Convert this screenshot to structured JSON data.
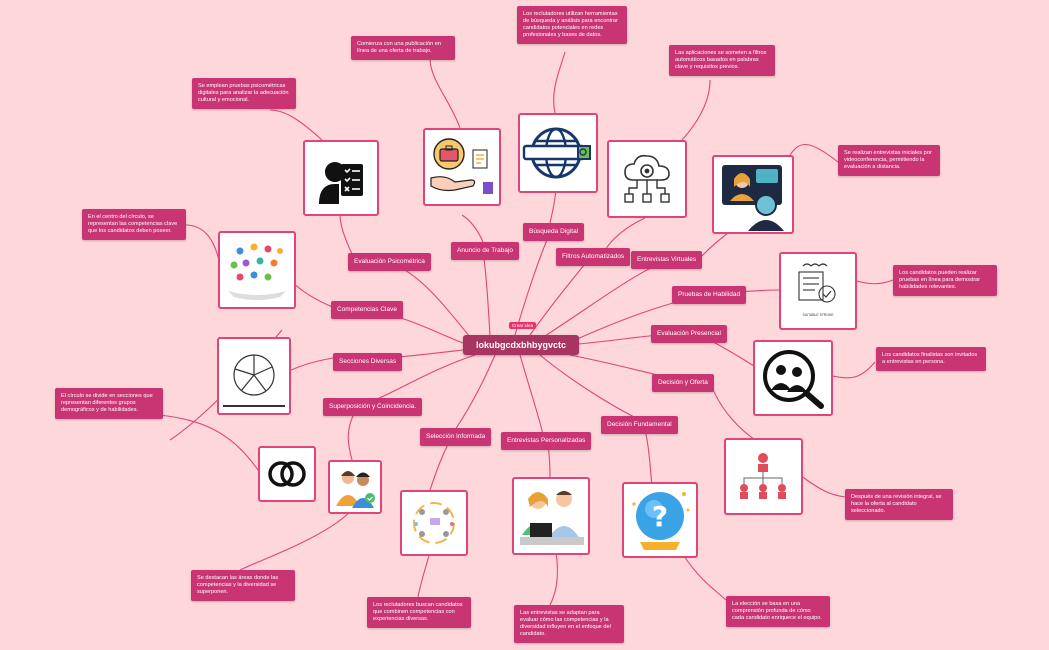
{
  "center": {
    "title": "lokubgcdxbhbygvctc",
    "badge": "Crear idea"
  },
  "topics": {
    "evaluacion_psicometrica": "Evaluación Psicométrica",
    "anuncio_trabajo": "Anuncio de Trabajo",
    "busqueda_digital": "Búsqueda Digital",
    "filtros_automatizados": "Filtros Automatizados",
    "entrevistas_virtuales": "Entrevistas Virtuales",
    "pruebas_habilidad": "Pruebas de Habilidad",
    "evaluacion_presencial": "Evaluación Presencial",
    "decision_oferta": "Decisión y Oferta",
    "decision_fundamental": "Decisión Fundamental",
    "entrevistas_personalizadas": "Entrevistas Personalizadas",
    "seleccion_informada": "Selección Informada",
    "superposicion": "Superposición y Coincidencia.",
    "secciones_diversas": "Secciones Diversas",
    "competencias_clave": "Competencias Clave"
  },
  "notes": {
    "psicometricas": "Se emplean pruebas psicométricas digitales para analizar la adecuación cultural y emocional.",
    "publicacion": "Comienza con una publicación en línea de una oferta de trabajo.",
    "reclutadores_busqueda": "Los reclutadores utilizan herramientas de búsqueda y análisis para encontrar candidatos potenciales en redes profesionales y bases de datos.",
    "filtros": "Las aplicaciones se someten a filtros automáticos basados en palabras clave y requisitos previos.",
    "videoconferencia": "Se realizan entrevistas iniciales por videoconferencia, permitiendo la evaluación a distancia.",
    "pruebas_linea": "Los candidatos pueden realizar pruebas en línea para demostrar habilidades relevantes.",
    "finalistas": "Los candidatos finalistas son invitados a entrevistas en persona.",
    "oferta": "Después de una revisión integral, se hace la oferta al candidato seleccionado.",
    "eleccion": "La elección se basa en una comprensión profunda de cómo cada candidato enriquece el equipo.",
    "adaptan": "Las entrevistas se adaptan para evaluar cómo las competencias y la diversidad influyen en el enfoque del candidato.",
    "combinen": "Los reclutadores buscan candidatos que combinen competencias con experiencias diversas.",
    "destacan": "Se destacan las áreas donde las competencias y la diversidad se superponen.",
    "circulo_secciones": "El círculo se divide en secciones que representan diferentes grupos demográficos y de habilidades.",
    "centro_circulo": "En el centro del círculo, se representan las competencias clave que los candidatos deben poseer."
  },
  "image_labels": {
    "skill_test": "SUITABLE STROKE"
  },
  "colors": {
    "background": "#fdd7d9",
    "node": "#c93573",
    "center": "#a83462",
    "line": "#e0457a"
  },
  "icons": [
    "teamwork-icon",
    "checklist-person-icon",
    "job-offer-hand-icon",
    "globe-search-icon",
    "cloud-filter-icon",
    "video-interview-icon",
    "skill-test-icon",
    "interview-search-icon",
    "org-chart-icon",
    "crystal-ball-icon",
    "interview-people-icon",
    "diverse-team-icon",
    "diverse-colleagues-icon",
    "venn-icon",
    "pie-sections-icon"
  ]
}
